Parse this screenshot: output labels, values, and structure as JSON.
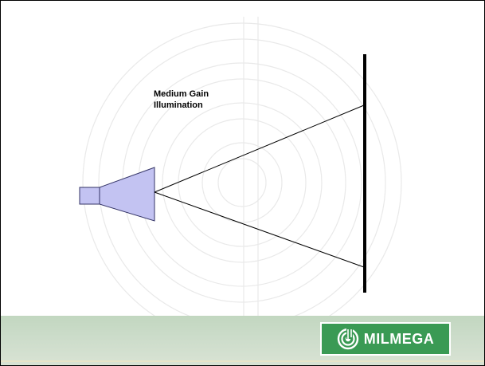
{
  "caption": {
    "line1": "Medium Gain",
    "line2": "Illumination"
  },
  "brand": {
    "name": "MILMEGA"
  },
  "colors": {
    "horn_fill": "#c3c3f2",
    "horn_stroke": "#333366",
    "reflector": "#000000",
    "beam": "#000000",
    "footer_green": "#c7d9c5",
    "logo_green": "#3a9a54",
    "watermark": "#e6e6e6"
  }
}
